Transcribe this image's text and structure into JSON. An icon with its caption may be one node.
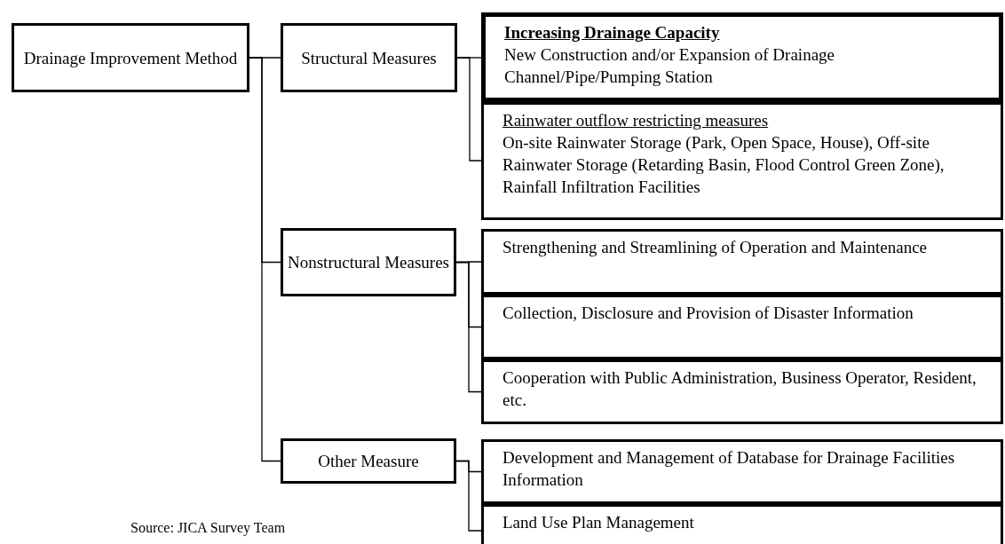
{
  "diagram": {
    "nodes": [
      {
        "text": [
          "Drainage Improvement Method"
        ]
      },
      {
        "text": [
          "Structural Measures"
        ]
      },
      {
        "text": [
          "Increasing Drainage Capacity",
          "New Construction and/or Expansion of Drainage Channel/Pipe/Pumping Station"
        ]
      },
      {
        "text": [
          "Rainwater outflow restricting measures",
          "On-site Rainwater Storage (Park, Open Space, House), Off-site Rainwater Storage (Retarding Basin, Flood Control Green Zone), Rainfall Infiltration Facilities"
        ]
      },
      {
        "text": [
          "Nonstructural Measures"
        ]
      },
      {
        "text": [
          "Strengthening and Streamlining of Operation and Maintenance"
        ]
      },
      {
        "text": [
          "Collection, Disclosure and Provision of Disaster Information"
        ]
      },
      {
        "text": [
          "Cooperation with Public Administration, Business Operator, Resident, etc."
        ]
      },
      {
        "text": [
          "Other Measure"
        ]
      },
      {
        "text": [
          "Development and Management of Database for Drainage Facilities Information"
        ]
      },
      {
        "text": [
          "Land Use Plan Management"
        ]
      }
    ],
    "edges": [
      {
        "from": 0,
        "to": 1,
        "arrow": "none"
      },
      {
        "from": 0,
        "to": 4,
        "arrow": "none"
      },
      {
        "from": 0,
        "to": 8,
        "arrow": "none"
      },
      {
        "from": 1,
        "to": 2,
        "arrow": "none"
      },
      {
        "from": 1,
        "to": 3,
        "arrow": "none"
      },
      {
        "from": 4,
        "to": 5,
        "arrow": "none"
      },
      {
        "from": 4,
        "to": 6,
        "arrow": "none"
      },
      {
        "from": 4,
        "to": 7,
        "arrow": "none"
      },
      {
        "from": 8,
        "to": 9,
        "arrow": "none"
      },
      {
        "from": 8,
        "to": 10,
        "arrow": "none"
      }
    ],
    "labels": [
      "Source: JICA Survey Team"
    ]
  }
}
